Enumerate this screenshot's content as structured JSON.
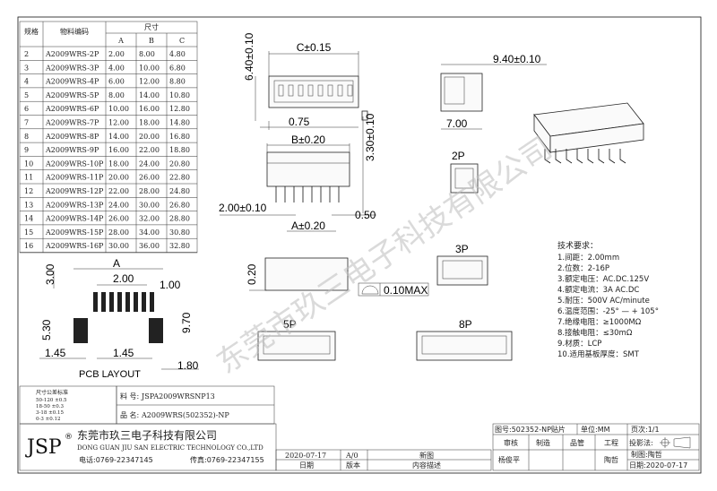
{
  "spec_table": {
    "headers": {
      "col1": "规格",
      "col2": "物料编码",
      "dims": "尺寸",
      "a": "A",
      "b": "B",
      "c": "C"
    },
    "rows": [
      [
        "2",
        "A2009WRS-2P",
        "2.00",
        "8.00",
        "4.80"
      ],
      [
        "3",
        "A2009WRS-3P",
        "4.00",
        "10.00",
        "6.80"
      ],
      [
        "4",
        "A2009WRS-4P",
        "6.00",
        "12.00",
        "8.80"
      ],
      [
        "5",
        "A2009WRS-5P",
        "8.00",
        "14.00",
        "10.80"
      ],
      [
        "6",
        "A2009WRS-6P",
        "10.00",
        "16.00",
        "12.80"
      ],
      [
        "7",
        "A2009WRS-7P",
        "12.00",
        "18.00",
        "14.80"
      ],
      [
        "8",
        "A2009WRS-8P",
        "14.00",
        "20.00",
        "16.80"
      ],
      [
        "9",
        "A2009WRS-9P",
        "16.00",
        "22.00",
        "18.80"
      ],
      [
        "10",
        "A2009WRS-10P",
        "18.00",
        "24.00",
        "20.80"
      ],
      [
        "11",
        "A2009WRS-11P",
        "20.00",
        "26.00",
        "22.80"
      ],
      [
        "12",
        "A2009WRS-12P",
        "22.00",
        "28.00",
        "24.80"
      ],
      [
        "13",
        "A2009WRS-13P",
        "24.00",
        "30.00",
        "26.80"
      ],
      [
        "14",
        "A2009WRS-14P",
        "26.00",
        "32.00",
        "28.80"
      ],
      [
        "15",
        "A2009WRS-15P",
        "28.00",
        "34.00",
        "30.80"
      ],
      [
        "16",
        "A2009WRS-16P",
        "30.00",
        "36.00",
        "32.80"
      ]
    ]
  },
  "dims": {
    "c_tol": "C±0.15",
    "h_640": "6.40±0.10",
    "w_940": "9.40±0.10",
    "d_075": "0.75",
    "w_700": "7.00",
    "b_tol": "B±0.20",
    "h_330": "3.30±0.10",
    "p_200": "2.00±0.10",
    "d_050": "0.50",
    "a_tol": "A±0.20",
    "d_020": "0.20",
    "flat": "0.10MAX",
    "pcb_3": "3.00",
    "pcb_a": "A",
    "pcb_2": "2.00",
    "pcb_1": "1.00",
    "pcb_53": "5.30",
    "pcb_97": "9.70",
    "pcb_145a": "1.45",
    "pcb_145b": "1.45",
    "pcb_18": "1.80",
    "pcb_title": "PCB LAYOUT"
  },
  "variants": {
    "p2": "2P",
    "p3": "3P",
    "p5": "5P",
    "p8": "8P"
  },
  "tech": {
    "title": "技术要求：",
    "items": [
      "1.间距：2.00mm",
      "2.位数：2-16P",
      "3.额定电压：AC.DC.125V",
      "4.额定电流：3A AC.DC",
      "5.耐压：500V AC/minute",
      "6.温度范围：-25° — + 105°",
      "7.绝缘电阻：≥1000MΩ",
      "8.接触电阻：≤30mΩ",
      "9.材质：LCP",
      "10.适用基板厚度：SMT"
    ]
  },
  "watermark": "东莞市玖三电子科技有限公司",
  "tolerance": {
    "title": "尺寸公差标准",
    "rows": [
      "50-120  ±0.5",
      "18-50   ±0.3",
      "3-18    ±0.15",
      "0-3     ±0.12"
    ]
  },
  "material": {
    "no_label": "料 号:",
    "no_value": "JSPA2009WRSNP13",
    "name_label": "品 名:",
    "name_value": "A2009WRS(502352)-NP"
  },
  "company": {
    "logo": "JSP",
    "reg": "®",
    "name_cn": "东莞市玖三电子科技有限公司",
    "name_en": "DONG GUAN JIU SAN ELECTRIC TECHNOLOGY CO.,LTD",
    "tel": "电话:0769-22347145",
    "fax": "传真:0769-22347155"
  },
  "revision": {
    "date": "2020-07-17",
    "version": "A/0",
    "desc": "新图",
    "h_date": "日期",
    "h_version": "版本",
    "h_desc": "内容描述"
  },
  "title_block": {
    "drawing_no": "图号:502352-NP贴片",
    "unit": "单位:MM",
    "page": "页次:1/1",
    "review": "审核",
    "make": "制造",
    "qa": "品管",
    "eng": "工程",
    "projection": "投影法:",
    "reviewer": "杨俊平",
    "engineer": "陶哲",
    "drawer": "制图:陶哲",
    "draw_date": "日期:2020-07-17"
  }
}
